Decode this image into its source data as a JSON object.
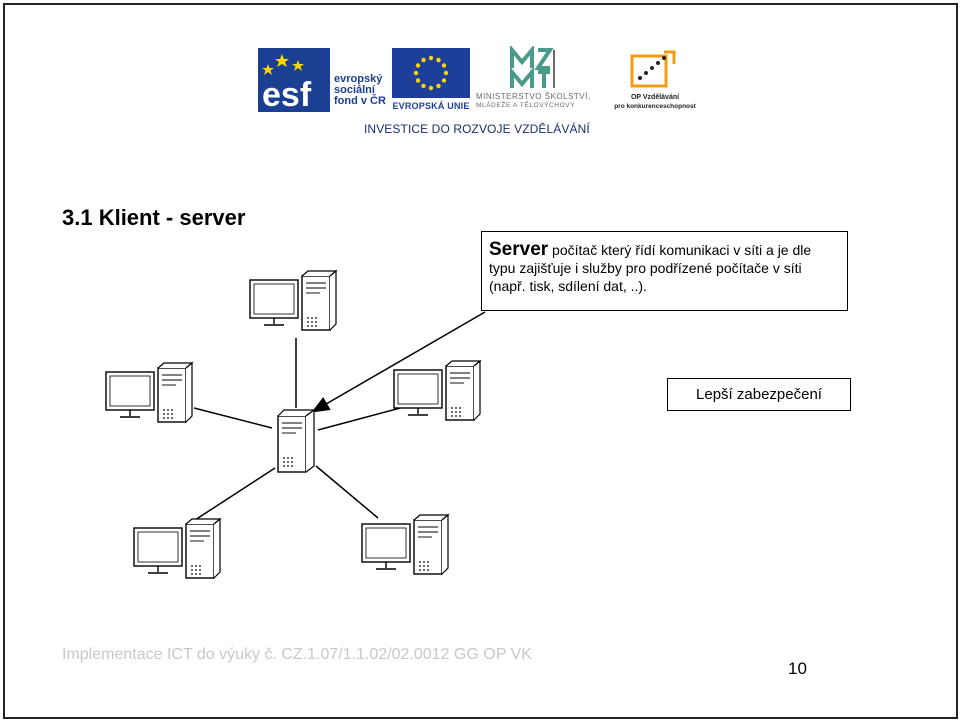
{
  "logos": {
    "esf_lines": [
      "evropský",
      "sociální",
      "fond v ČR"
    ],
    "eu_label": "EVROPSKÁ UNIE",
    "msmt_line1": "MINISTERSTVO ŠKOLSTVÍ,",
    "msmt_line2": "MLÁDEŽE A TĚLOVÝCHOVY",
    "op_line1": "OP Vzdělávání",
    "op_line2": "pro konkurenceschopnost",
    "invest_text": "INVESTICE DO ROZVOJE VZDĚLÁVÁNÍ",
    "colors": {
      "esf_blue": "#1b3f93",
      "eu_blue": "#1d3f9a",
      "eu_star": "#ffd700",
      "op_orange": "#f39c12"
    }
  },
  "slide": {
    "title": "3.1 Klient - server",
    "callout": {
      "bold": "Server",
      "text": " počítač který řídí komunikaci v síti a je dle typu zajišťuje i služby pro podřízené počítače v síti (např. tisk, sdílení dat, ..)."
    },
    "badge": "Lepší zabezpečení",
    "footer": "Implementace ICT do výuky č. CZ.1.07/1.1.02/02.0012 GG OP VK",
    "page_number": "10"
  }
}
